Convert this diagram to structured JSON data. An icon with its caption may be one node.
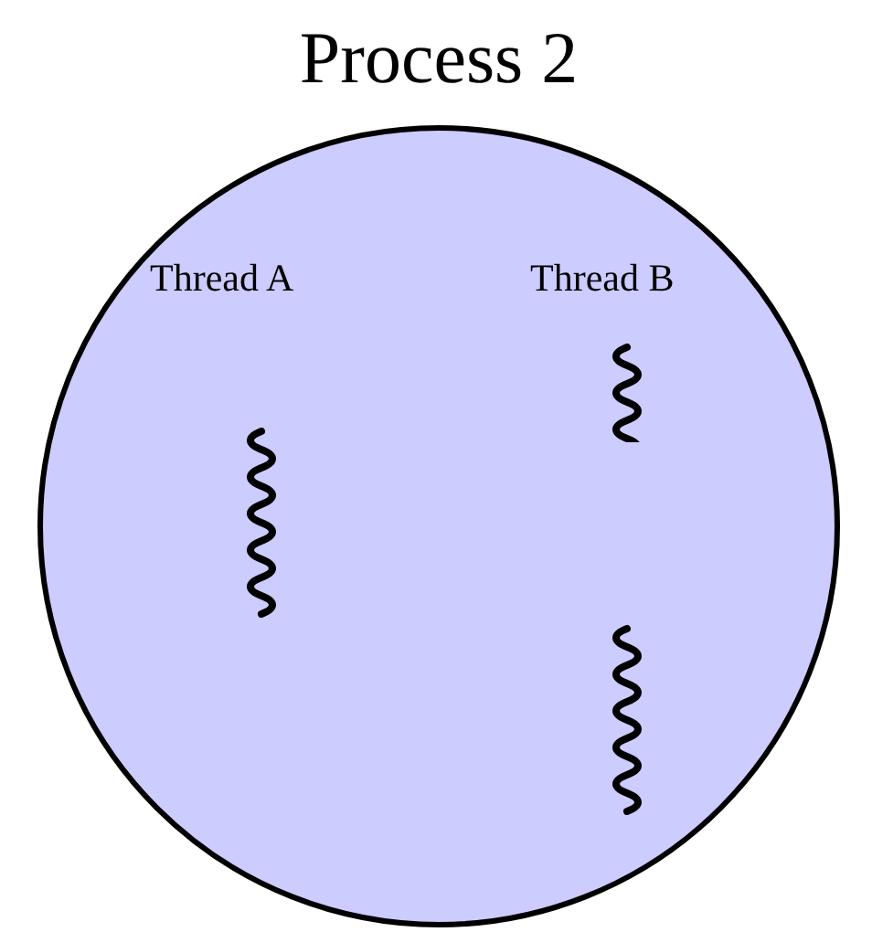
{
  "diagram": {
    "nodes": [
      {
        "text": [
          "Process 2"
        ]
      }
    ],
    "labels": [
      "Thread A",
      "Thread B"
    ]
  }
}
